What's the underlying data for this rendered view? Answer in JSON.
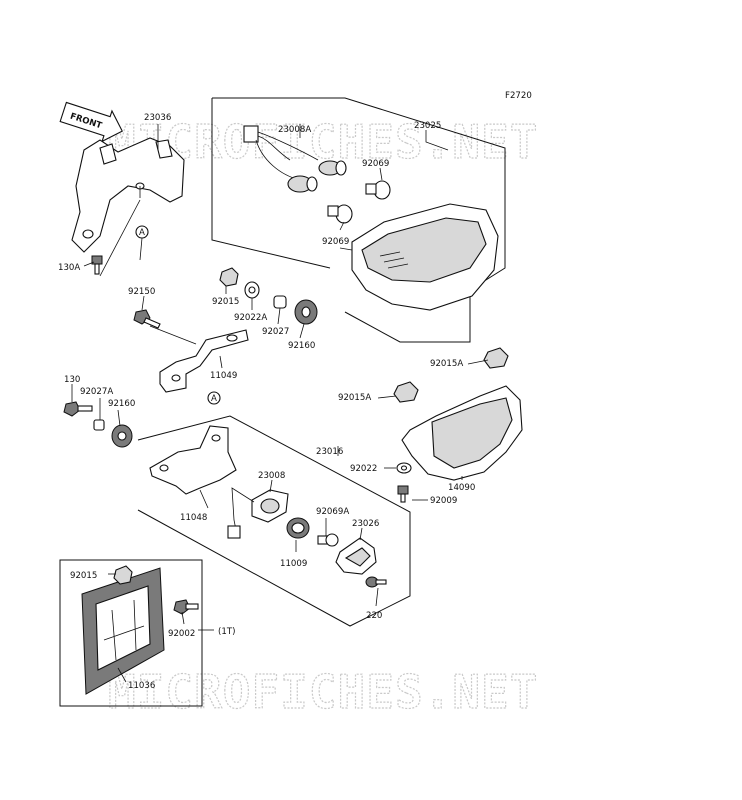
{
  "figure_code": "F2720",
  "watermark": "MICROFICHES.NET",
  "front_marker": "FRONT",
  "callouts": {
    "p23036": "23036",
    "p23008a": "23008A",
    "p23025": "23025",
    "p92069_top": "92069",
    "p92069_bottom": "92069",
    "p130a": "130A",
    "p92150": "92150",
    "p92015_top": "92015",
    "p92022a": "92022A",
    "p92027": "92027",
    "p92160_top": "92160",
    "p11049": "11049",
    "p92015a_top": "92015A",
    "p92015a_mid": "92015A",
    "p130": "130",
    "p92027a": "92027A",
    "p92160_left": "92160",
    "p23016": "23016",
    "p92022": "92022",
    "p14090": "14090",
    "p92009": "92009",
    "p23008": "23008",
    "p11048": "11048",
    "p92069a": "92069A",
    "p23026": "23026",
    "p11009": "11009",
    "p220": "220",
    "p92015_bottom": "92015",
    "p92002": "92002",
    "p92002_qty": "(1T)",
    "p11036": "11036"
  },
  "ref_markers": {
    "a_upper": "A",
    "a_lower": "A"
  }
}
